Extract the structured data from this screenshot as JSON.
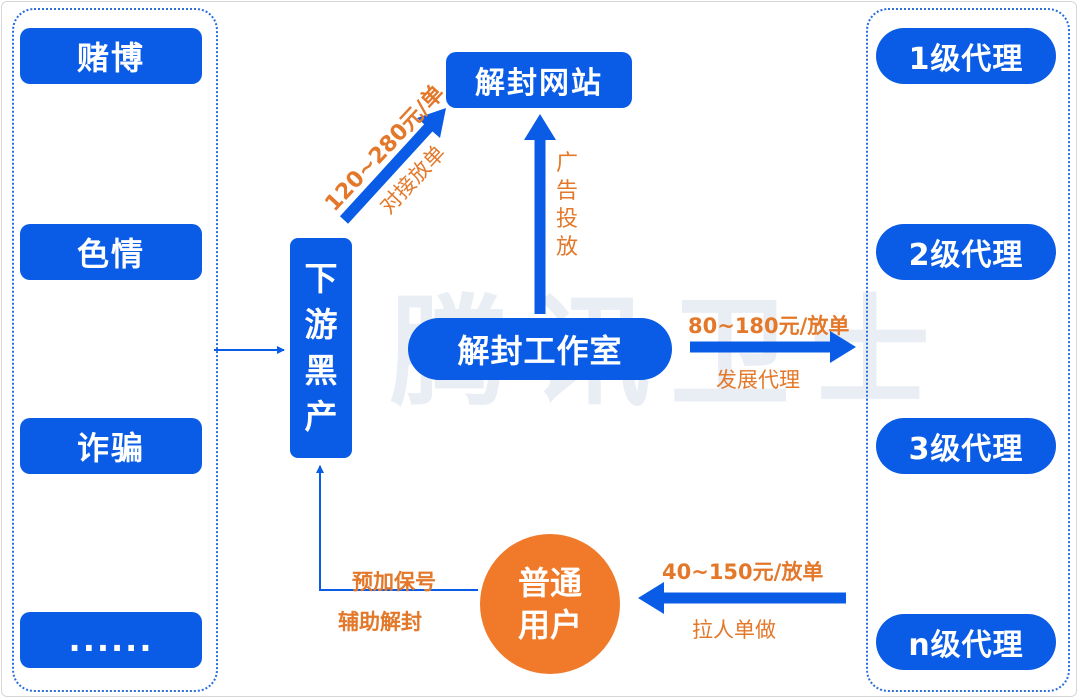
{
  "left_categories": [
    "赌博",
    "色情",
    "诈骗",
    "......"
  ],
  "agents": [
    "1级代理",
    "2级代理",
    "3级代理",
    "n级代理"
  ],
  "nodes": {
    "downstream": [
      "下",
      "游",
      "黑",
      "产"
    ],
    "unseal_site": "解封网站",
    "studio": "解封工作室",
    "user": [
      "普通",
      "用户"
    ]
  },
  "labels": {
    "price_site": "120~280元/单",
    "site_action": "对接放单",
    "ad": [
      "广",
      "告",
      "投",
      "放"
    ],
    "price_agent": "80~180元/放单",
    "agent_action": "发展代理",
    "price_user": "40~150元/放单",
    "user_action": "拉人单做",
    "protect": "预加保号",
    "assist": "辅助解封"
  },
  "watermark": "腾讯卫士",
  "colors": {
    "blue": "#0a5ce6",
    "orange": "#f07a2a",
    "label": "#e3782a"
  }
}
